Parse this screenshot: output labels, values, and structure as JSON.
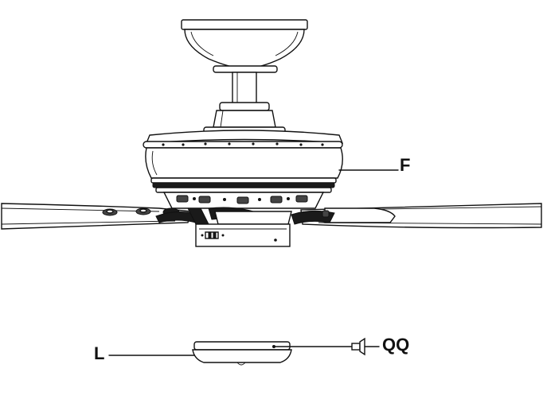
{
  "callouts": {
    "motor_housing": "F",
    "light_kit_cover": "L",
    "connector": "QQ"
  }
}
